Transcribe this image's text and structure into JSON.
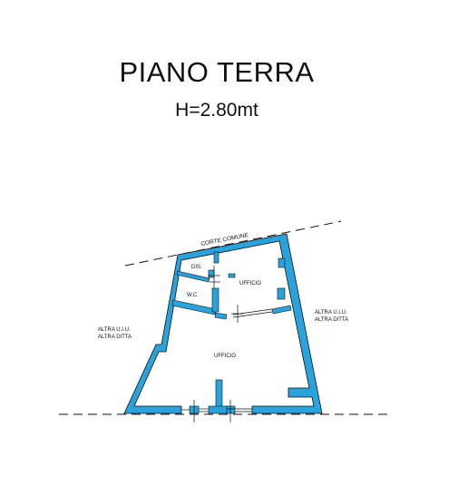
{
  "header": {
    "title": "PIANO TERRA",
    "height": "H=2.80mt"
  },
  "plan": {
    "wall_color": "#2aa3dd",
    "line_color": "#111111",
    "boundary_labels": {
      "top": "CORTE COMUNE",
      "left_line1": "ALTRA U.I.U.",
      "left_line2": "ALTRA DITTA",
      "right_line1": "ALTRA U.I.U.",
      "right_line2": "ALTRA DITTA"
    },
    "rooms": {
      "dis": "DIS.",
      "wc": "W.C",
      "ufficio_upper": "UFFICIO",
      "ufficio_main": "UFFICIO"
    }
  }
}
